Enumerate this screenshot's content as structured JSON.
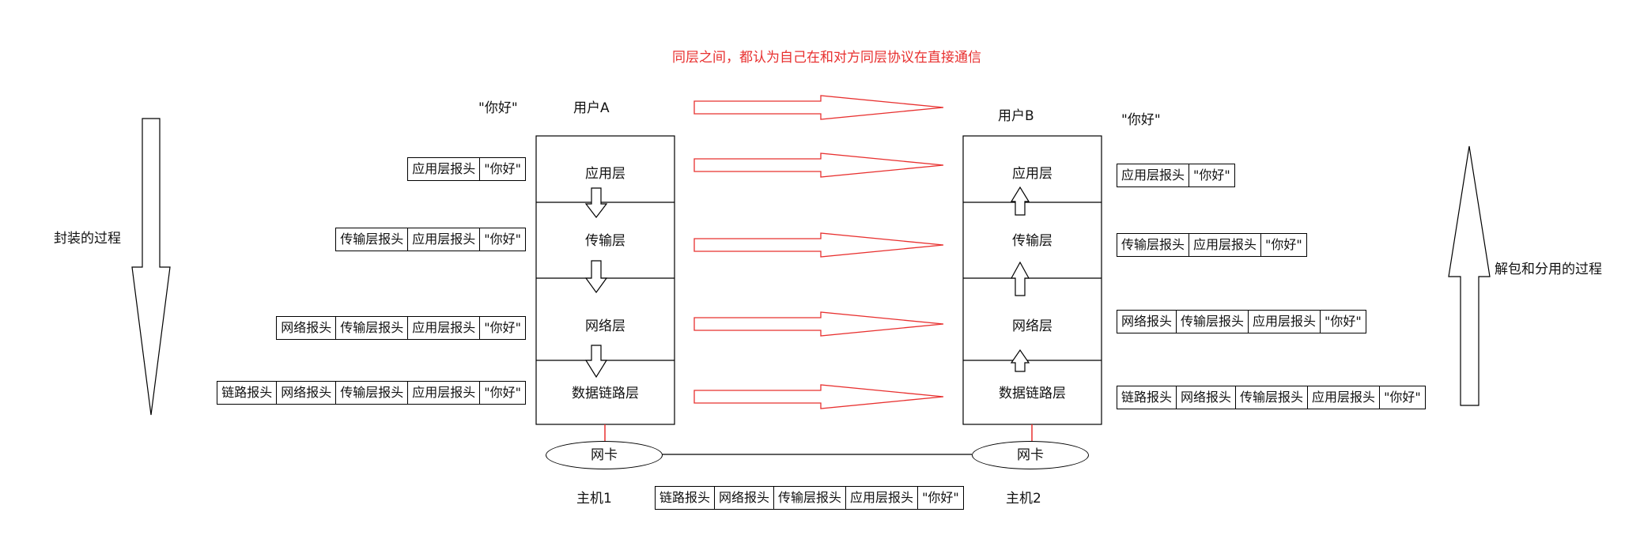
{
  "title": "同层之间，都认为自己在和对方同层协议在直接通信",
  "left_side": {
    "label": "封装的过程"
  },
  "right_side": {
    "label": "解包和分用的过程"
  },
  "hostA": {
    "user": "用户A",
    "message": "\"你好\"",
    "layers": [
      "应用层",
      "传输层",
      "网络层",
      "数据链路层"
    ],
    "nic": "网卡",
    "host": "主机1",
    "packets": [
      [
        "应用层报头",
        "\"你好\""
      ],
      [
        "传输层报头",
        "应用层报头",
        "\"你好\""
      ],
      [
        "网络报头",
        "传输层报头",
        "应用层报头",
        "\"你好\""
      ],
      [
        "链路报头",
        "网络报头",
        "传输层报头",
        "应用层报头",
        "\"你好\""
      ]
    ]
  },
  "hostB": {
    "user": "用户B",
    "message": "\"你好\"",
    "layers": [
      "应用层",
      "传输层",
      "网络层",
      "数据链路层"
    ],
    "nic": "网卡",
    "host": "主机2",
    "packets": [
      [
        "应用层报头",
        "\"你好\""
      ],
      [
        "传输层报头",
        "应用层报头",
        "\"你好\""
      ],
      [
        "网络报头",
        "传输层报头",
        "应用层报头",
        "\"你好\""
      ],
      [
        "链路报头",
        "网络报头",
        "传输层报头",
        "应用层报头",
        "\"你好\""
      ]
    ]
  },
  "wire_packet": [
    "链路报头",
    "网络报头",
    "传输层报头",
    "应用层报头",
    "\"你好\""
  ],
  "colors": {
    "accent": "#e8302f",
    "line": "#000000"
  }
}
